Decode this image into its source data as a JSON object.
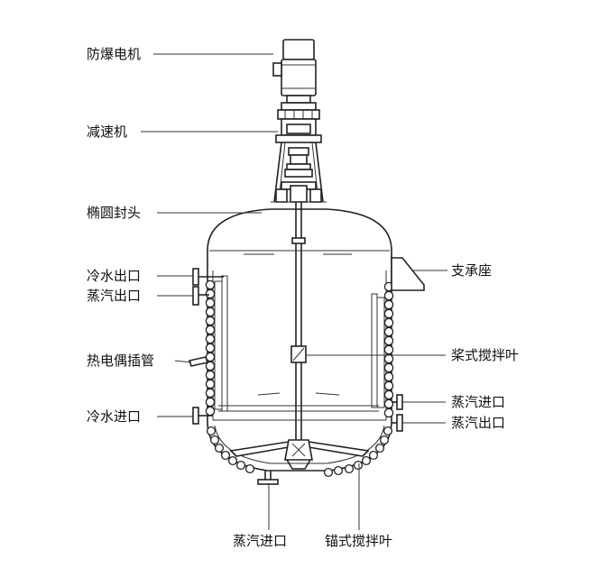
{
  "labels": {
    "motor": "防爆电机",
    "reducer": "减速机",
    "head": "椭圆封头",
    "cold_water_out": "冷水出口",
    "steam_out_left": "蒸汽出口",
    "thermo_tube": "热电偶插管",
    "cold_water_in": "冷水进口",
    "support": "支承座",
    "paddle_agitator": "桨式搅拌叶",
    "steam_in_right": "蒸汽进口",
    "steam_out_right": "蒸汽出口",
    "steam_in_bottom": "蒸汽进口",
    "anchor_agitator": "锚式搅拌叶"
  }
}
